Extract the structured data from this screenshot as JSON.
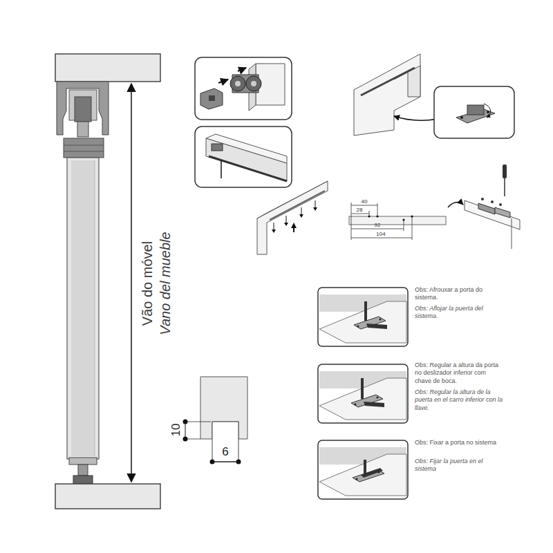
{
  "diagram": {
    "labels": [
      "Vão do móvel",
      "Vano del mueble",
      "40",
      "28",
      "92",
      "104",
      "10",
      "6",
      "Obs: Afrouxar a porta do sistema.",
      "Obs: Aflojar la puerta del sistema.",
      "Obs: Regular a altura da porta no deslizador inferior com chave de boca.",
      "Obs: Regular la altura de la puerta en el carro inferior con la llave.",
      "Obs: Fixar a porta no sistema",
      "Obs: Fijar la puerta en el sistema"
    ]
  }
}
